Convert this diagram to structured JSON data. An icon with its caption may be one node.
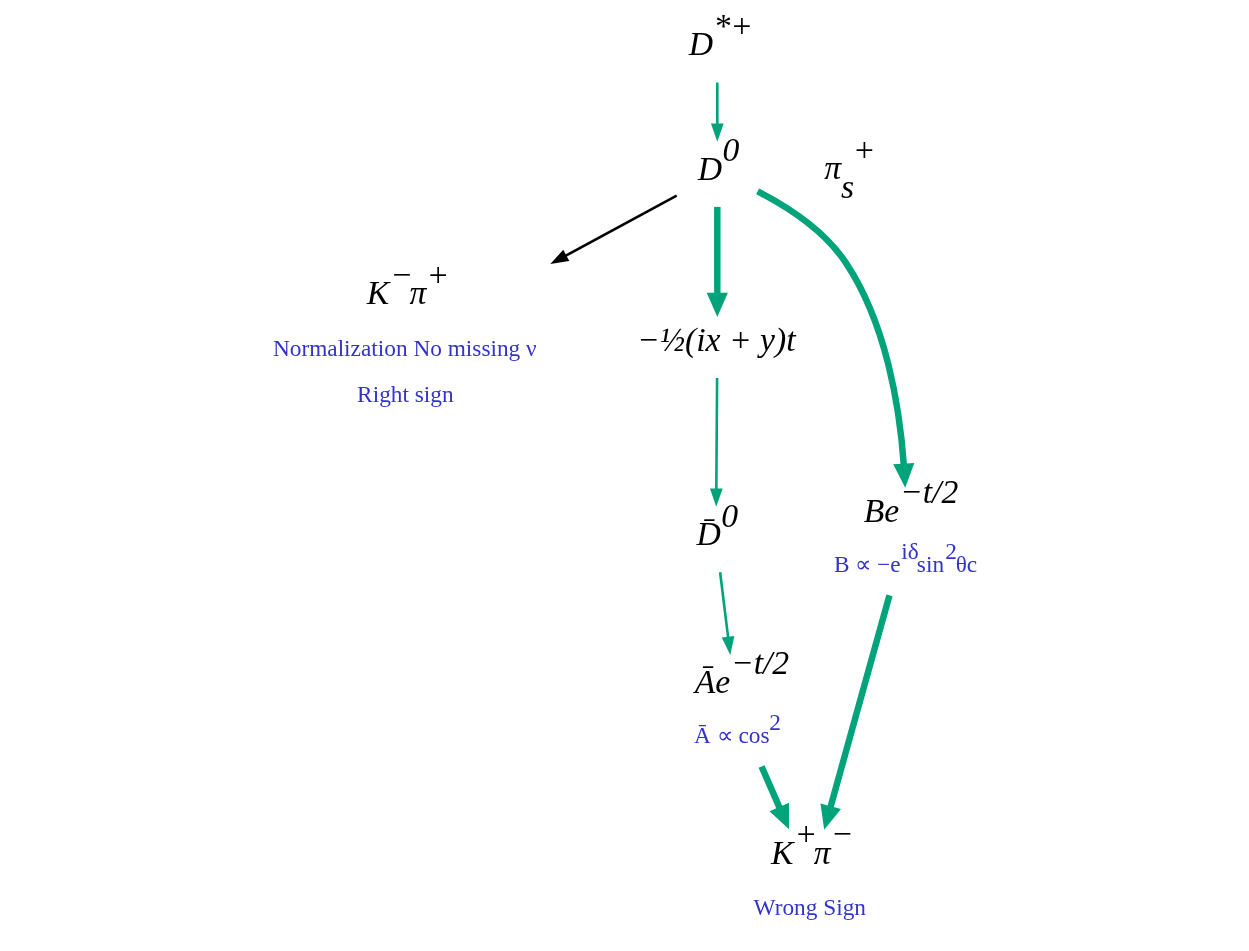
{
  "diagram": {
    "nodes": [
      {
        "text": [
          "D$^{*+}$"
        ]
      },
      {
        "text": [
          "D$^{0}$"
        ]
      },
      {
        "text": [
          "K$^{−}$π$^{+}$"
        ],
        "beside": [
          "Normalization No missing ν",
          "Right sign"
        ]
      },
      {
        "text": [
          "−½(ix + y)t"
        ]
      },
      {
        "text": [
          "D̄$^{0}$"
        ]
      },
      {
        "text": [
          "Āe$^{−t/2}$"
        ],
        "beside": [
          "Ā ∝ cos$^{2}$"
        ]
      },
      {
        "text": [
          "K$^{+}$π$^{−}$"
        ],
        "beside": [
          "Wrong Sign"
        ]
      },
      {
        "text": [
          "Be$^{−t/2}$"
        ],
        "beside": [
          "B ∝ −e$^{iδ}$sin$^{2}$θc"
        ]
      }
    ],
    "edges": [
      {
        "from": 0,
        "to": 1,
        "arrow": "to"
      },
      {
        "from": 1,
        "to": 2,
        "arrow": "to",
        "color": "#000000"
      },
      {
        "from": 1,
        "to": 3,
        "arrow": "to",
        "style": "thick"
      },
      {
        "from": 3,
        "to": 4,
        "arrow": "to"
      },
      {
        "from": 4,
        "to": 5,
        "arrow": "to"
      },
      {
        "from": 5,
        "to": 6,
        "arrow": "to",
        "style": "thick"
      },
      {
        "from": 1,
        "to": 7,
        "arrow": "to",
        "style": "thick"
      },
      {
        "from": 7,
        "to": 6,
        "arrow": "to",
        "style": "thick"
      }
    ],
    "labels": [
      "π$_{s}$$^{+}$"
    ]
  }
}
